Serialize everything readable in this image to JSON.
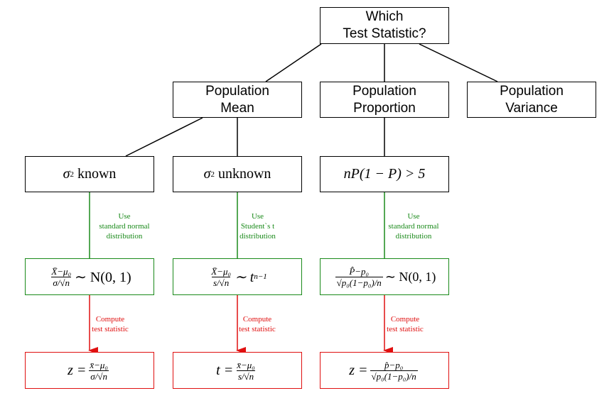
{
  "root": {
    "line1": "Which",
    "line2": "Test Statistic?"
  },
  "level1": {
    "mean": {
      "line1": "Population",
      "line2": "Mean"
    },
    "proportion": {
      "line1": "Population",
      "line2": "Proportion"
    },
    "variance": {
      "line1": "Population",
      "line2": "Variance"
    }
  },
  "conditions": {
    "known": {
      "sym": "σ",
      "exp": "2",
      "text": "known"
    },
    "unknown": {
      "sym": "σ",
      "exp": "2",
      "text": "unknown"
    },
    "np": {
      "text": "nP(1 − P) > 5"
    }
  },
  "use_labels": {
    "normal1": {
      "line1": "Use",
      "line2": "standard normal",
      "line3": "distribution"
    },
    "student": {
      "line1": "Use",
      "line2": "Student`s t",
      "line3": "distribution"
    },
    "normal2": {
      "line1": "Use",
      "line2": "standard normal",
      "line3": "distribution"
    }
  },
  "distributions": {
    "z": {
      "num": "X̄−μ₀",
      "den": "σ/√n",
      "rhs": "∼ N(0, 1)"
    },
    "t": {
      "num": "X̄−μ₀",
      "den": "s/√n",
      "rhs": "∼ t",
      "sub": "n−1"
    },
    "p": {
      "num": "P̂−p₀",
      "den": "√p₀(1−p₀)/n",
      "rhs": "∼ N(0, 1)"
    }
  },
  "compute_labels": {
    "c1": {
      "line1": "Compute",
      "line2": "test statistic"
    },
    "c2": {
      "line1": "Compute",
      "line2": "test statistic"
    },
    "c3": {
      "line1": "Compute",
      "line2": "test statistic"
    }
  },
  "statistics": {
    "z": {
      "lhs": "z =",
      "num": "x̄−μ₀",
      "den": "σ/√n"
    },
    "t": {
      "lhs": "t =",
      "num": "x̄−μ₀",
      "den": "s/√n"
    },
    "p": {
      "lhs": "z =",
      "num": "p̂−p₀",
      "den": "√p₀(1−p₀)/n"
    }
  },
  "colors": {
    "black": "#000000",
    "green": "#1a8a1a",
    "red": "#e01010"
  }
}
